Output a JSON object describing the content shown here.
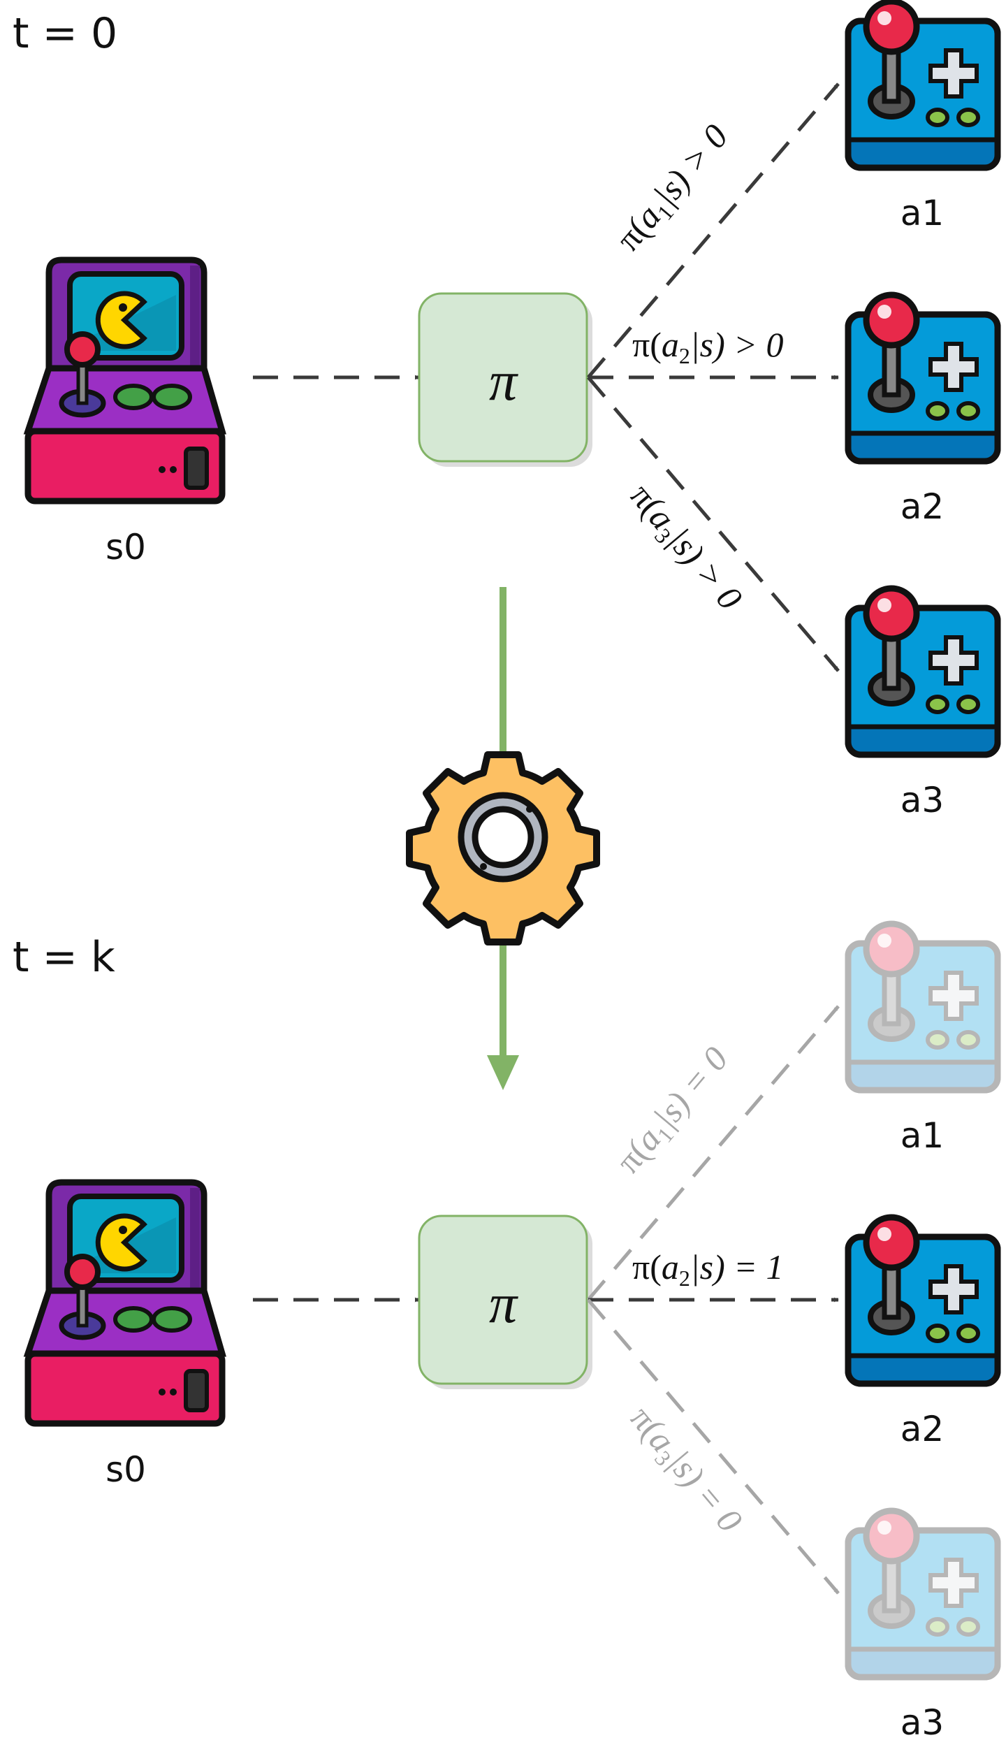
{
  "panels": [
    {
      "time_label": "t = 0",
      "state_label": "s0",
      "policy_symbol": "π",
      "actions": [
        {
          "label": "a1",
          "prob_text": {
            "pre": "π(",
            "var": "a",
            "sub": "1",
            "post": "|s) > 0"
          },
          "faded": false
        },
        {
          "label": "a2",
          "prob_text": {
            "pre": "π(",
            "var": "a",
            "sub": "2",
            "post": "|s) > 0"
          },
          "faded": false
        },
        {
          "label": "a3",
          "prob_text": {
            "pre": "π(",
            "var": "a",
            "sub": "3",
            "post": "|s) > 0"
          },
          "faded": false
        }
      ]
    },
    {
      "time_label": "t = k",
      "state_label": "s0",
      "policy_symbol": "π",
      "actions": [
        {
          "label": "a1",
          "prob_text": {
            "pre": "π(",
            "var": "a",
            "sub": "1",
            "post": "|s) = 0"
          },
          "faded": true
        },
        {
          "label": "a2",
          "prob_text": {
            "pre": "π(",
            "var": "a",
            "sub": "2",
            "post": "|s) = 1"
          },
          "faded": false
        },
        {
          "label": "a3",
          "prob_text": {
            "pre": "π(",
            "var": "a",
            "sub": "3",
            "post": "|s) = 0"
          },
          "faded": true
        }
      ]
    }
  ],
  "transition_icon": "gear-icon",
  "colors": {
    "policy_fill": "#d5e8d4",
    "policy_stroke": "#82b366",
    "green_arrow": "#82b366",
    "dashed": "#3a3a3a",
    "faded_gray": "#a6a6a6",
    "joystick_body": "#049bd9",
    "joystick_ball": "#e8294a",
    "arcade_purple": "#8a2ab0",
    "arcade_pink": "#e91e63",
    "gear": "#fdc063"
  }
}
